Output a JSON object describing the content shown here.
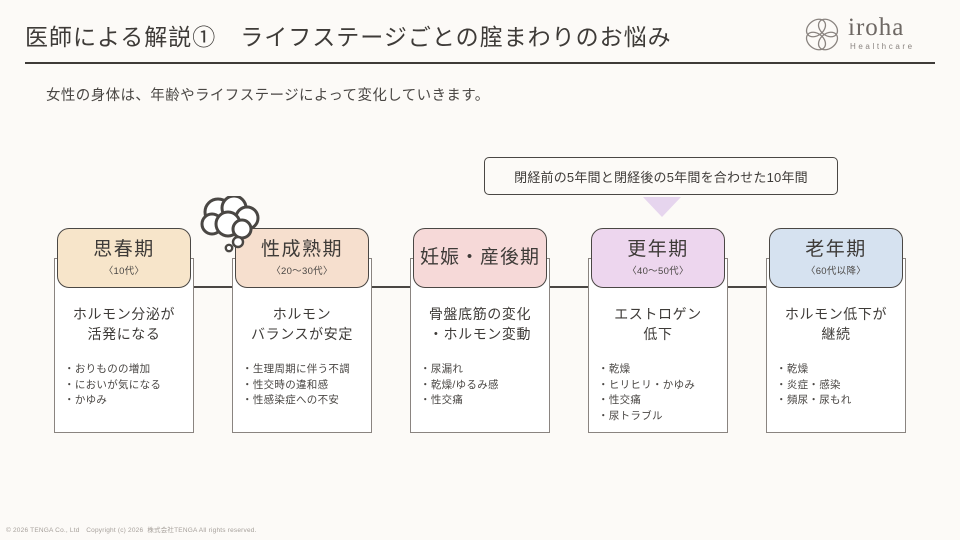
{
  "header": {
    "title": "医師による解説①　ライフステージごとの腟まわりのお悩み",
    "logo": {
      "word": "iroha",
      "sub": "Healthcare",
      "mark_icon": "clover-flower-icon"
    }
  },
  "subtitle": "女性の身体は、年齢やライフステージによって変化していきます。",
  "callout": {
    "text": "閉経前の5年間と閉経後の5年間を合わせた10年間",
    "arrow_icon": "triangle-down-icon",
    "arrow_color": "#E6D5EE"
  },
  "stages": [
    {
      "name": "思春期",
      "age": "〈10代〉",
      "color": "#F7E5CA",
      "lead": "ホルモン分泌が\n活発になる",
      "symptoms": [
        "おりものの増加",
        "においが気になる",
        "かゆみ"
      ],
      "decoration": "thought-bubble-icon"
    },
    {
      "name": "性成熟期",
      "age": "〈20〜30代〉",
      "color": "#F6DFCE",
      "lead": "ホルモン\nバランスが安定",
      "symptoms": [
        "生理周期に伴う不調",
        "性交時の違和感",
        "性感染症への不安"
      ],
      "decoration": ""
    },
    {
      "name": "妊娠・産後期",
      "age": "",
      "color": "#F6D9D8",
      "lead": "骨盤底筋の変化\n・ホルモン変動",
      "symptoms": [
        "尿漏れ",
        "乾燥/ゆるみ感",
        "性交痛"
      ],
      "decoration": ""
    },
    {
      "name": "更年期",
      "age": "〈40〜50代〉",
      "color": "#EDD6EE",
      "lead": "エストロゲン\n低下",
      "symptoms": [
        "乾燥",
        "ヒリヒリ・かゆみ",
        "性交痛",
        "尿トラブル"
      ],
      "decoration": ""
    },
    {
      "name": "老年期",
      "age": "〈60代以降〉",
      "color": "#D6E2F0",
      "lead": "ホルモン低下が\n継続",
      "symptoms": [
        "乾燥",
        "炎症・感染",
        "頻尿・尿もれ"
      ],
      "decoration": ""
    }
  ],
  "footer": "© 2026 TENGA Co., Ltd　Copyright (c) 2026  株式会社TENGA All rights reserved."
}
